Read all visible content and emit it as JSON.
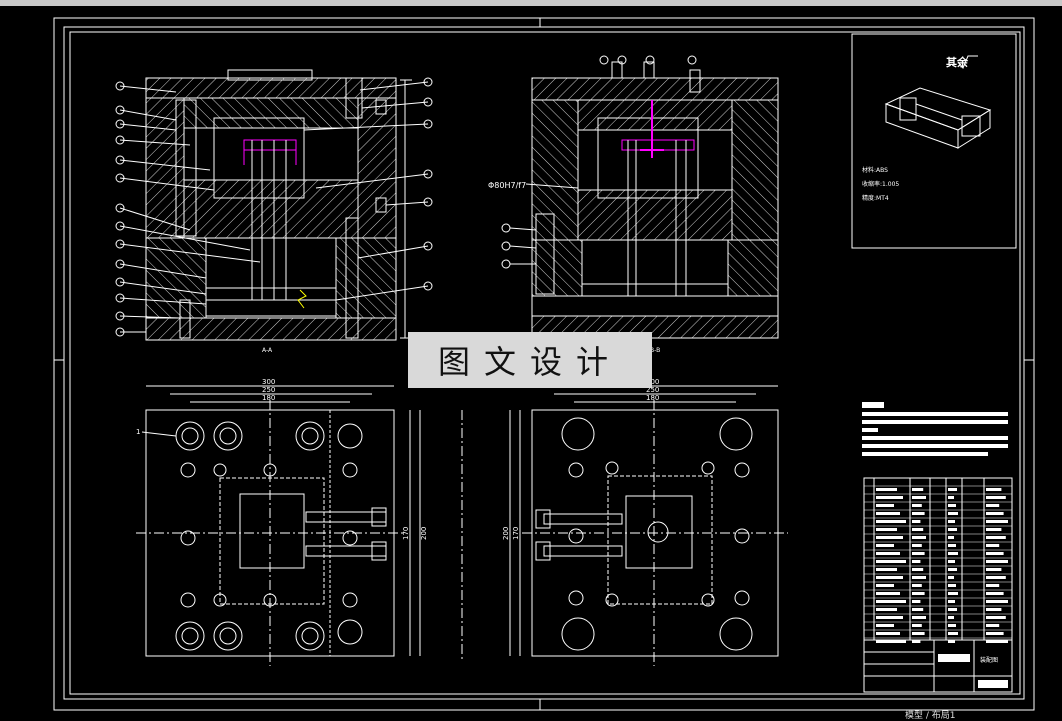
{
  "drawing": {
    "roughness_note": "其余",
    "view_caption_left": "A-A",
    "view_caption_right": "B-B",
    "fit_label": "Φ80H7/f7",
    "dims_top_left": [
      "300",
      "250",
      "180"
    ],
    "dims_top_right": [
      "300",
      "250",
      "180"
    ],
    "dims_side_left": [
      "170",
      "200"
    ],
    "dims_side_right": [
      "200",
      "170"
    ],
    "part_label_1": "1",
    "part_notes": [
      "材料:ABS",
      "收缩率:1.005",
      "精度:MT4"
    ],
    "title_block_name": "装配图"
  },
  "watermark": {
    "text": "图文设计"
  },
  "status": {
    "text": "模型 / 布局1"
  },
  "colors": {
    "background": "#000000",
    "lines": "#ffffff",
    "highlight": "#ff00ff"
  }
}
